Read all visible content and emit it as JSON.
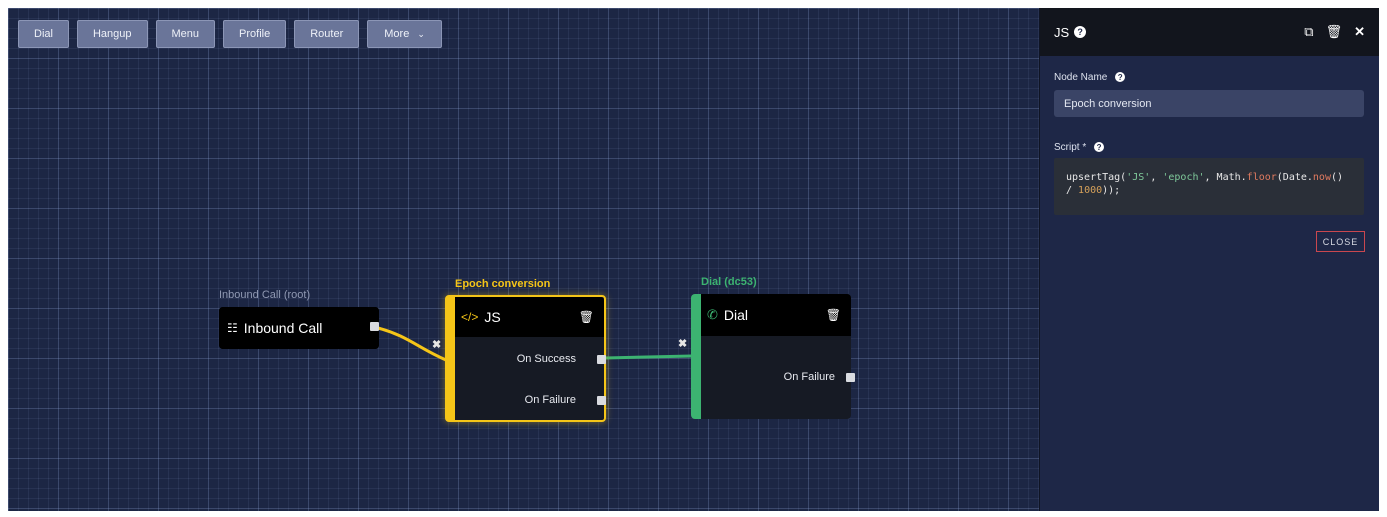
{
  "toolbar": {
    "buttons": [
      "Dial",
      "Hangup",
      "Menu",
      "Profile",
      "Router"
    ],
    "more_label": "More"
  },
  "nodes": {
    "inbound": {
      "label": "Inbound Call (root)",
      "title": "Inbound Call"
    },
    "js": {
      "label": "Epoch conversion",
      "title": "JS",
      "outputs": [
        "On Success",
        "On Failure"
      ]
    },
    "dial": {
      "label": "Dial (dc53)",
      "title": "Dial",
      "outputs": [
        "On Failure"
      ]
    }
  },
  "panel": {
    "title": "JS",
    "node_name_label": "Node Name",
    "node_name_value": "Epoch conversion",
    "script_label": "Script *",
    "script": "upsertTag('JS', 'epoch', Math.floor(Date.now() / 1000));",
    "close_label": "CLOSE"
  },
  "colors": {
    "js_accent": "#f5c518",
    "dial_accent": "#3cb371",
    "canvas_bg": "#1c2644",
    "panel_bg": "#1e2747"
  },
  "icons": {
    "inbound": "sitemap-icon",
    "js": "code-icon",
    "dial": "phone-icon",
    "delete": "trash-icon",
    "copy": "copy-icon",
    "close": "close-icon",
    "help": "help-icon"
  }
}
